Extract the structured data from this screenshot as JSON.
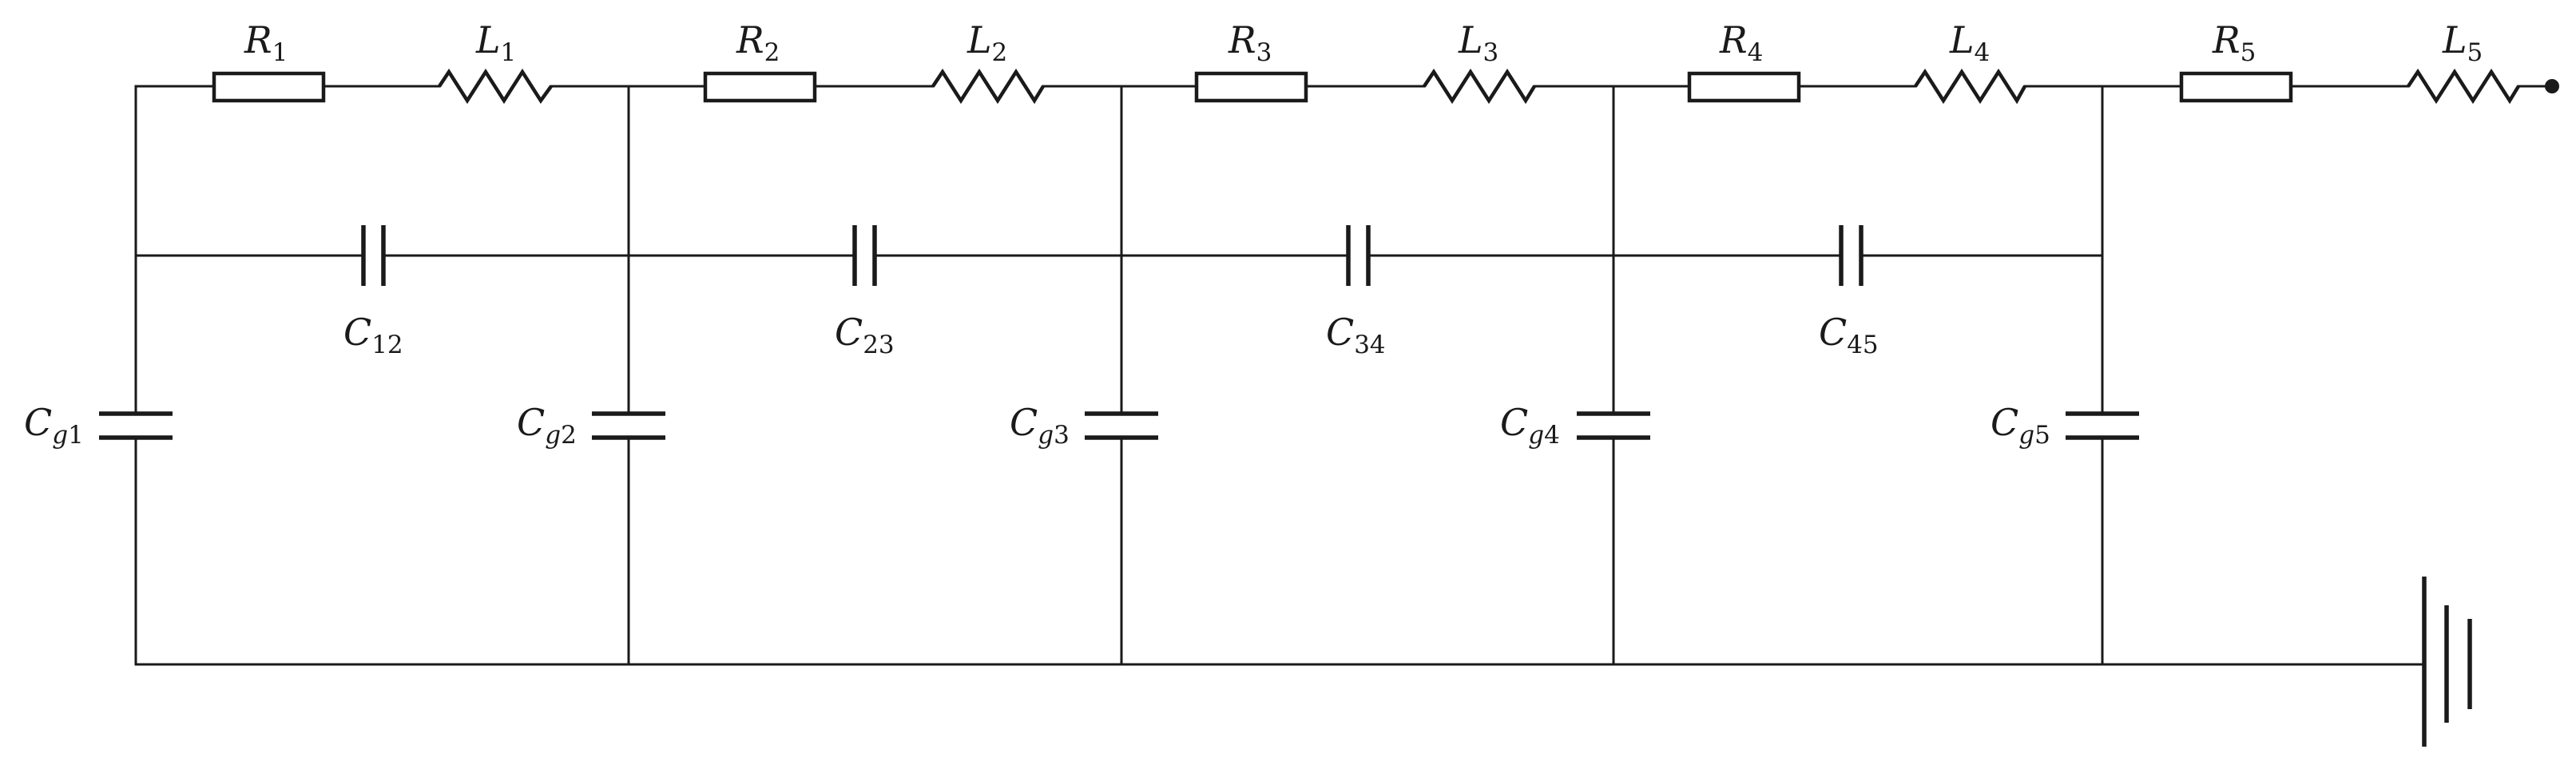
{
  "circuit": {
    "series_resistors": [
      {
        "symbol": "R",
        "sub": "1"
      },
      {
        "symbol": "R",
        "sub": "2"
      },
      {
        "symbol": "R",
        "sub": "3"
      },
      {
        "symbol": "R",
        "sub": "4"
      },
      {
        "symbol": "R",
        "sub": "5"
      }
    ],
    "series_inductors": [
      {
        "symbol": "L",
        "sub": "1"
      },
      {
        "symbol": "L",
        "sub": "2"
      },
      {
        "symbol": "L",
        "sub": "3"
      },
      {
        "symbol": "L",
        "sub": "4"
      },
      {
        "symbol": "L",
        "sub": "5"
      }
    ],
    "coupling_capacitors": [
      {
        "symbol": "C",
        "sub": "12"
      },
      {
        "symbol": "C",
        "sub": "23"
      },
      {
        "symbol": "C",
        "sub": "34"
      },
      {
        "symbol": "C",
        "sub": "45"
      }
    ],
    "ground_capacitors": [
      {
        "symbol": "C",
        "sub_italic": "g",
        "sub": "1"
      },
      {
        "symbol": "C",
        "sub_italic": "g",
        "sub": "2"
      },
      {
        "symbol": "C",
        "sub_italic": "g",
        "sub": "3"
      },
      {
        "symbol": "C",
        "sub_italic": "g",
        "sub": "4"
      },
      {
        "symbol": "C",
        "sub_italic": "g",
        "sub": "5"
      }
    ],
    "ground_symbol": "ground-icon",
    "output_terminal": "terminal-dot-icon",
    "stroke_color": "#1a1a1a",
    "background_color": "#ffffff"
  }
}
